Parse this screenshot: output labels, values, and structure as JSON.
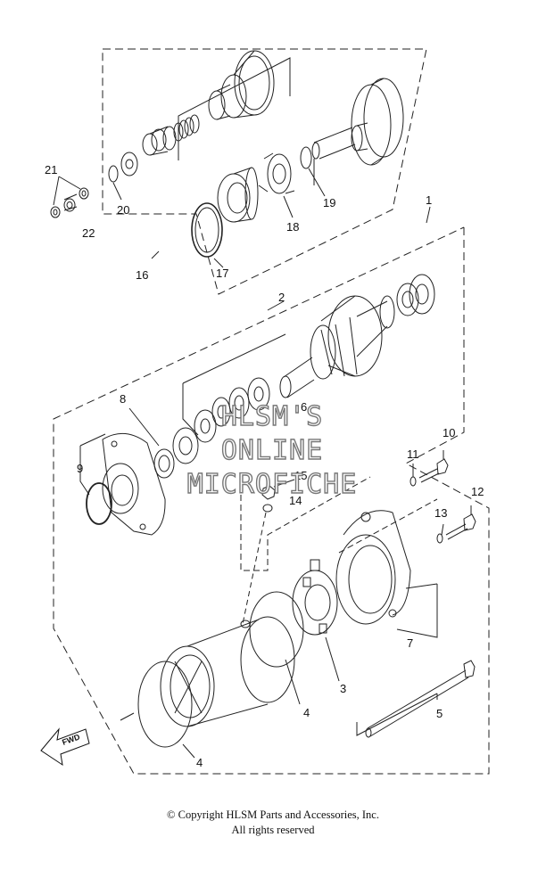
{
  "callouts": {
    "c1": "1",
    "c2": "2",
    "c3": "3",
    "c4a": "4",
    "c4b": "4",
    "c5": "5",
    "c6": "6",
    "c7": "7",
    "c8": "8",
    "c9": "9",
    "c10": "10",
    "c11": "11",
    "c12": "12",
    "c13": "13",
    "c14": "14",
    "c15": "15",
    "c16": "16",
    "c17": "17",
    "c18": "18",
    "c19": "19",
    "c20": "20",
    "c21": "21",
    "c22": "22"
  },
  "watermark": {
    "line1": "HLSM'S",
    "line2": "ONLINE",
    "line3": "MICROFICHE"
  },
  "fwd_label": "FWD",
  "footer": {
    "copyright": "© Copyright HLSM Parts and Accessories, Inc.",
    "rights": "All rights reserved"
  }
}
